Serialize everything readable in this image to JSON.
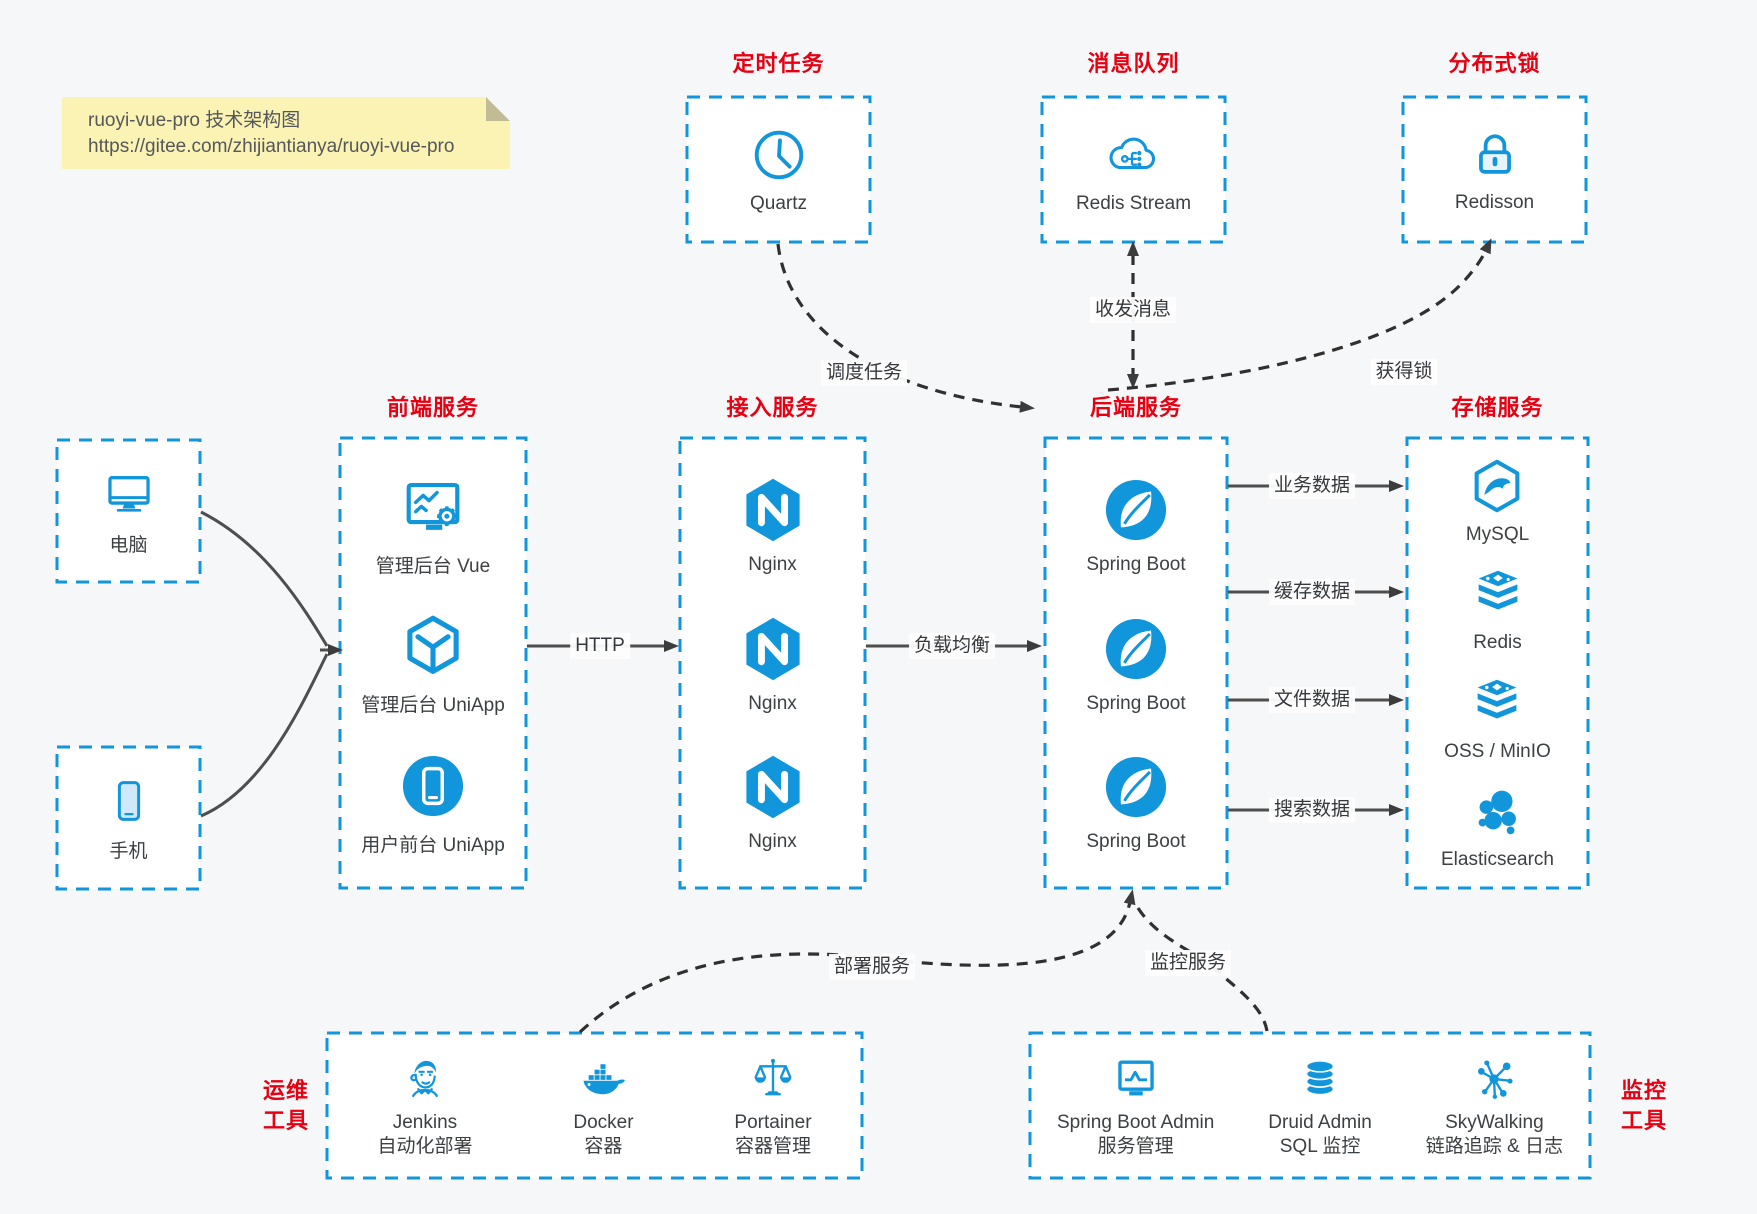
{
  "note": {
    "line1": "ruoyi-vue-pro 技术架构图",
    "line2": "https://gitee.com/zhijiantianya/ruoyi-vue-pro"
  },
  "top_services": [
    {
      "title": "定时任务",
      "item": "Quartz",
      "icon": "clock-icon"
    },
    {
      "title": "消息队列",
      "item": "Redis Stream",
      "icon": "cloud-stream-icon"
    },
    {
      "title": "分布式锁",
      "item": "Redisson",
      "icon": "lock-icon"
    }
  ],
  "clients": [
    {
      "label": "电脑",
      "icon": "desktop-icon"
    },
    {
      "label": "手机",
      "icon": "smartphone-icon"
    }
  ],
  "service_columns": {
    "frontend": {
      "title": "前端服务",
      "items": [
        {
          "label": "管理后台 Vue",
          "icon": "admin-monitor-icon"
        },
        {
          "label": "管理后台 UniApp",
          "icon": "cube-icon"
        },
        {
          "label": "用户前台 UniApp",
          "icon": "mobile-app-icon"
        }
      ]
    },
    "gateway": {
      "title": "接入服务",
      "items": [
        {
          "label": "Nginx",
          "icon": "nginx-icon"
        },
        {
          "label": "Nginx",
          "icon": "nginx-icon"
        },
        {
          "label": "Nginx",
          "icon": "nginx-icon"
        }
      ]
    },
    "backend": {
      "title": "后端服务",
      "items": [
        {
          "label": "Spring Boot",
          "icon": "spring-boot-icon"
        },
        {
          "label": "Spring Boot",
          "icon": "spring-boot-icon"
        },
        {
          "label": "Spring Boot",
          "icon": "spring-boot-icon"
        }
      ]
    },
    "storage": {
      "title": "存储服务",
      "items": [
        {
          "label": "MySQL",
          "icon": "mysql-icon"
        },
        {
          "label": "Redis",
          "icon": "redis-icon"
        },
        {
          "label": "OSS / MinIO",
          "icon": "redis-icon"
        },
        {
          "label": "Elasticsearch",
          "icon": "elasticsearch-icon"
        }
      ]
    }
  },
  "edge_labels": {
    "http": "HTTP",
    "load_balance": "负载均衡",
    "business_data": "业务数据",
    "cache_data": "缓存数据",
    "file_data": "文件数据",
    "search_data": "搜索数据",
    "schedule": "调度任务",
    "message": "收发消息",
    "lock": "获得锁",
    "deploy": "部署服务",
    "monitor": "监控服务"
  },
  "bottom_groups": {
    "ops": {
      "title_line1": "运维",
      "title_line2": "工具",
      "items": [
        {
          "name": "Jenkins",
          "desc": "自动化部署",
          "icon": "jenkins-icon"
        },
        {
          "name": "Docker",
          "desc": "容器",
          "icon": "docker-icon"
        },
        {
          "name": "Portainer",
          "desc": "容器管理",
          "icon": "portainer-icon"
        }
      ]
    },
    "monitoring": {
      "title_line1": "监控",
      "title_line2": "工具",
      "items": [
        {
          "name": "Spring Boot Admin",
          "desc": "服务管理",
          "icon": "spring-boot-admin-icon"
        },
        {
          "name": "Druid Admin",
          "desc": "SQL 监控",
          "icon": "druid-icon"
        },
        {
          "name": "SkyWalking",
          "desc": "链路追踪 & 日志",
          "icon": "skywalking-icon"
        }
      ]
    }
  },
  "colors": {
    "accent_blue": "#1296db",
    "title_red": "#e60012",
    "note_bg": "#faf3b3",
    "arrow_dark": "#3c3c3c",
    "page_bg": "#f6f7f8"
  }
}
